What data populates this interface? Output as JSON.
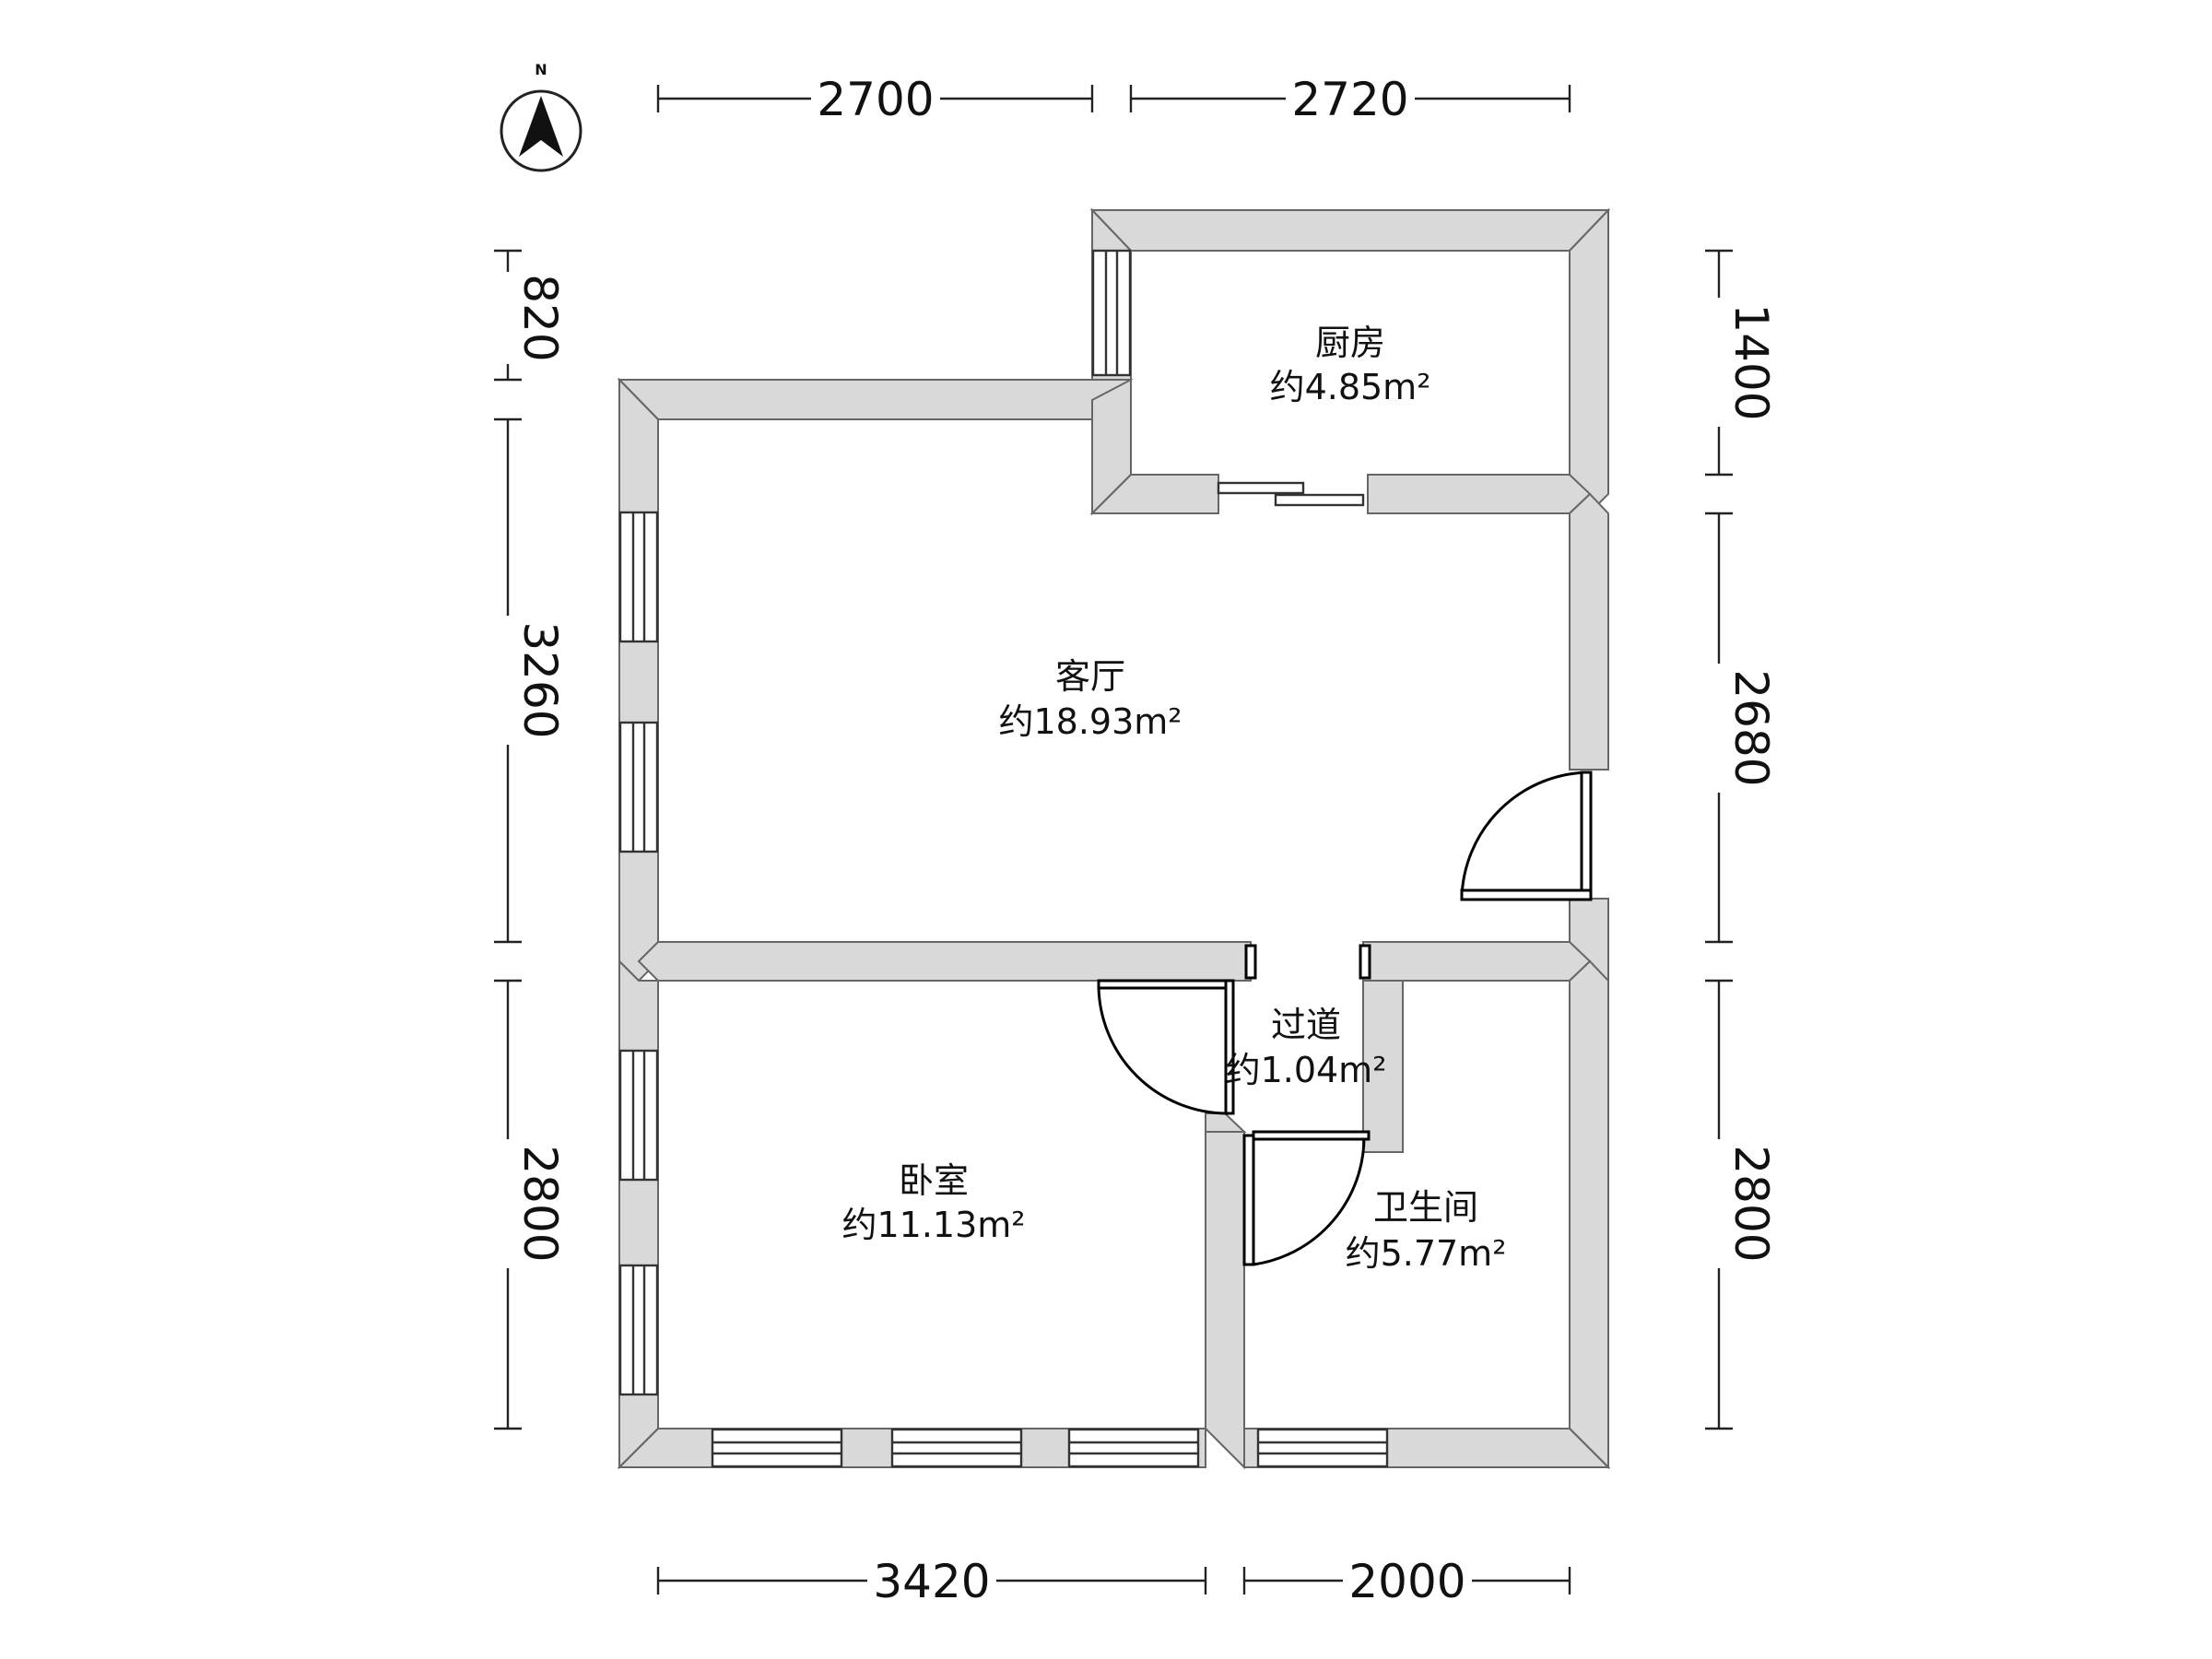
{
  "compass": {
    "label": "N"
  },
  "dimensions": {
    "top": [
      "2700",
      "2720"
    ],
    "bottom": [
      "3420",
      "2000"
    ],
    "left": [
      "820",
      "3260",
      "2800"
    ],
    "right": [
      "1400",
      "2680",
      "2800"
    ]
  },
  "rooms": [
    {
      "name": "厨房",
      "area": "约4.85m²"
    },
    {
      "name": "客厅",
      "area": "约18.93m²"
    },
    {
      "name": "过道",
      "area": "约1.04m²"
    },
    {
      "name": "卧室",
      "area": "约11.13m²"
    },
    {
      "name": "卫生间",
      "area": "约5.77m²"
    }
  ]
}
